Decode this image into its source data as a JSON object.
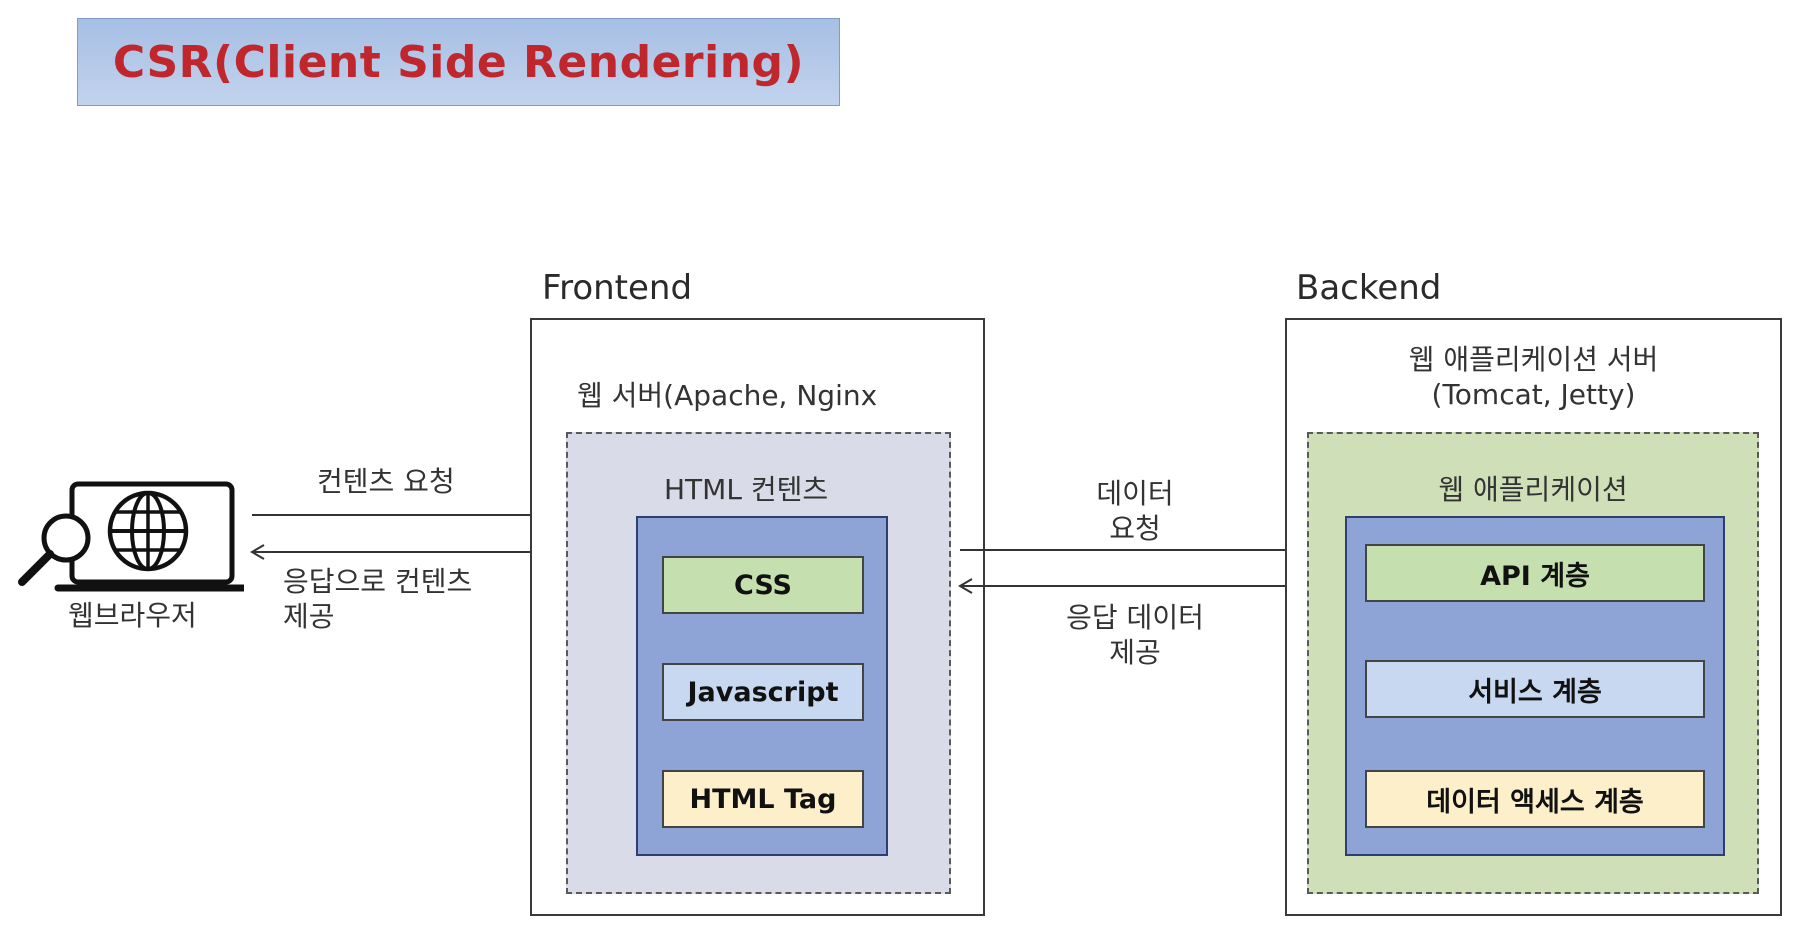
{
  "title": "CSR(Client Side Rendering)",
  "browser": {
    "label": "웹브라우저",
    "icon": "laptop-globe-search-icon"
  },
  "browser_links": {
    "request_label": "컨텐츠 요청",
    "response_line1": "응답으로 컨텐츠",
    "response_line2": "제공"
  },
  "frontend": {
    "heading": "Frontend",
    "server_label": "웹 서버(Apache, Nginx",
    "content_label": "HTML 컨텐츠",
    "items": [
      "CSS",
      "Javascript",
      "HTML Tag"
    ]
  },
  "api_links": {
    "request_line1": "데이터",
    "request_line2": "요청",
    "response_line1": "응답 데이터",
    "response_line2": "제공"
  },
  "backend": {
    "heading": "Backend",
    "server_line1": "웹 애플리케이션 서버",
    "server_line2": "(Tomcat, Jetty)",
    "app_label": "웹 애플리케이션",
    "layers": [
      "API 계층",
      "서비스 계층",
      "데이터 액세스 계층"
    ]
  },
  "colors": {
    "title_text": "#c0272d",
    "banner_fill": "#b3c8ea",
    "frontend_dashed_fill": "#d9dce8",
    "backend_dashed_fill": "#cfe0b8",
    "inner_fill": "#8ea3d6",
    "green_item": "#c6dfae",
    "blue_item": "#c8d8f0",
    "yellow_item": "#fcefc9"
  }
}
